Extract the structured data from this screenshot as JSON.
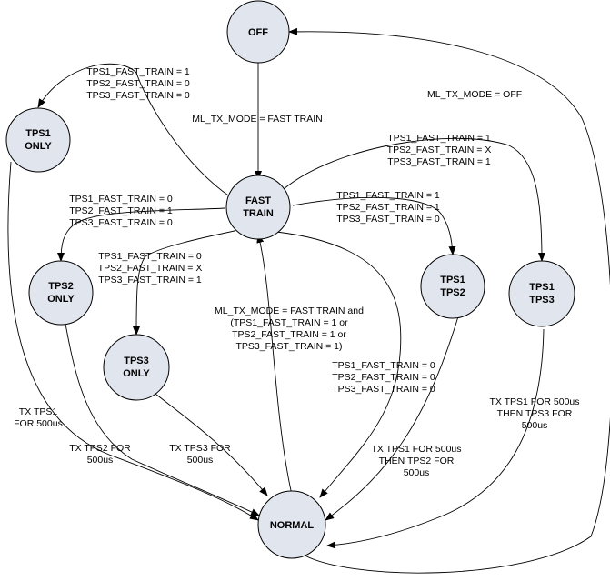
{
  "states": {
    "off": [
      "OFF"
    ],
    "fast_train": [
      "FAST",
      "TRAIN"
    ],
    "tps1_only": [
      "TPS1",
      "ONLY"
    ],
    "tps2_only": [
      "TPS2",
      "ONLY"
    ],
    "tps3_only": [
      "TPS3",
      "ONLY"
    ],
    "tps1_tps2": [
      "TPS1",
      "TPS2"
    ],
    "tps1_tps3": [
      "TPS1",
      "TPS3"
    ],
    "normal": [
      "NORMAL"
    ]
  },
  "labels": {
    "tps1_only_cond": [
      "TPS1_FAST_TRAIN = 1",
      "TPS2_FAST_TRAIN = 0",
      "TPS3_FAST_TRAIN = 0"
    ],
    "off_to_fast": [
      "ML_TX_MODE = FAST TRAIN"
    ],
    "to_off": [
      "ML_TX_MODE = OFF"
    ],
    "tps1_tps3_cond": [
      "TPS1_FAST_TRAIN = 1",
      "TPS2_FAST_TRAIN = X",
      "TPS3_FAST_TRAIN = 1"
    ],
    "tps2_only_cond": [
      "TPS1_FAST_TRAIN = 0",
      "TPS2_FAST_TRAIN = 1",
      "TPS3_FAST_TRAIN = 0"
    ],
    "tps1_tps2_cond": [
      "TPS1_FAST_TRAIN = 1",
      "TPS2_FAST_TRAIN = 1",
      "TPS3_FAST_TRAIN = 0"
    ],
    "tps3_only_cond": [
      "TPS1_FAST_TRAIN = 0",
      "TPS2_FAST_TRAIN = X",
      "TPS3_FAST_TRAIN = 1"
    ],
    "normal_to_fast": [
      "ML_TX_MODE = FAST TRAIN and",
      "(TPS1_FAST_TRAIN = 1 or",
      "TPS2_FAST_TRAIN = 1 or",
      "TPS3_FAST_TRAIN = 1)"
    ],
    "fast_to_normal": [
      "TPS1_FAST_TRAIN = 0",
      "TPS2_FAST_TRAIN = 0",
      "TPS3_FAST_TRAIN = 0"
    ],
    "tx_tps1": [
      "TX TPS1",
      "FOR 500us"
    ],
    "tx_tps2": [
      "TX TPS2 FOR",
      "500us"
    ],
    "tx_tps3": [
      "TX TPS3 FOR",
      "500us"
    ],
    "tx_tps1_tps2": [
      "TX TPS1 FOR 500us",
      "THEN TPS2 FOR",
      "500us"
    ],
    "tx_tps1_tps3": [
      "TX TPS1 FOR 500us",
      "THEN TPS3 FOR",
      "500us"
    ]
  }
}
